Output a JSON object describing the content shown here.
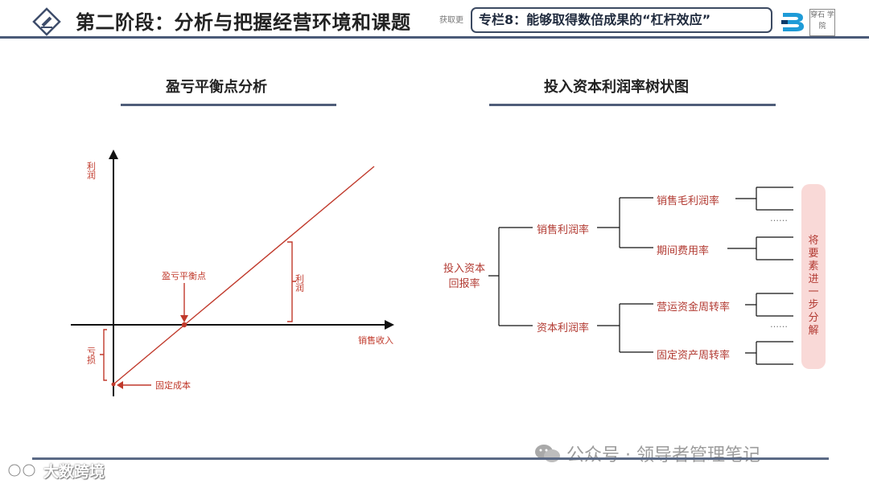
{
  "header": {
    "title": "第二阶段：分析与把握经营环境和课题",
    "fragment": "获取更",
    "column_label": "专栏8：能够取得数倍成果的“杠杆效应”",
    "brand_text": "穿石 学院"
  },
  "left_section": {
    "title": "盈亏平衡点分析",
    "y_axis_label": "利润",
    "x_axis_label": "销售收入",
    "breakeven_label": "盈亏平衡点",
    "profit_label": "利润",
    "loss_label": "亏损",
    "fixed_cost_label": "固定成本"
  },
  "right_section": {
    "title": "投入资本利润率树状图",
    "root": "投入资本回报率",
    "branches": [
      {
        "label": "销售利润率",
        "children": [
          "销售毛利润率",
          "期间费用率"
        ]
      },
      {
        "label": "资本利润率",
        "children": [
          "营运资金周转率",
          "固定资产周转率"
        ]
      }
    ],
    "ellipsis": "……",
    "side_note": "将要素进一步分解"
  },
  "footer": {
    "watermark": "公众号 · 领导者管理笔记",
    "brand": "大数跨境"
  },
  "colors": {
    "accent_red": "#c0392b",
    "navy": "#4a5a78",
    "pill_bg": "#f9d9d7"
  }
}
